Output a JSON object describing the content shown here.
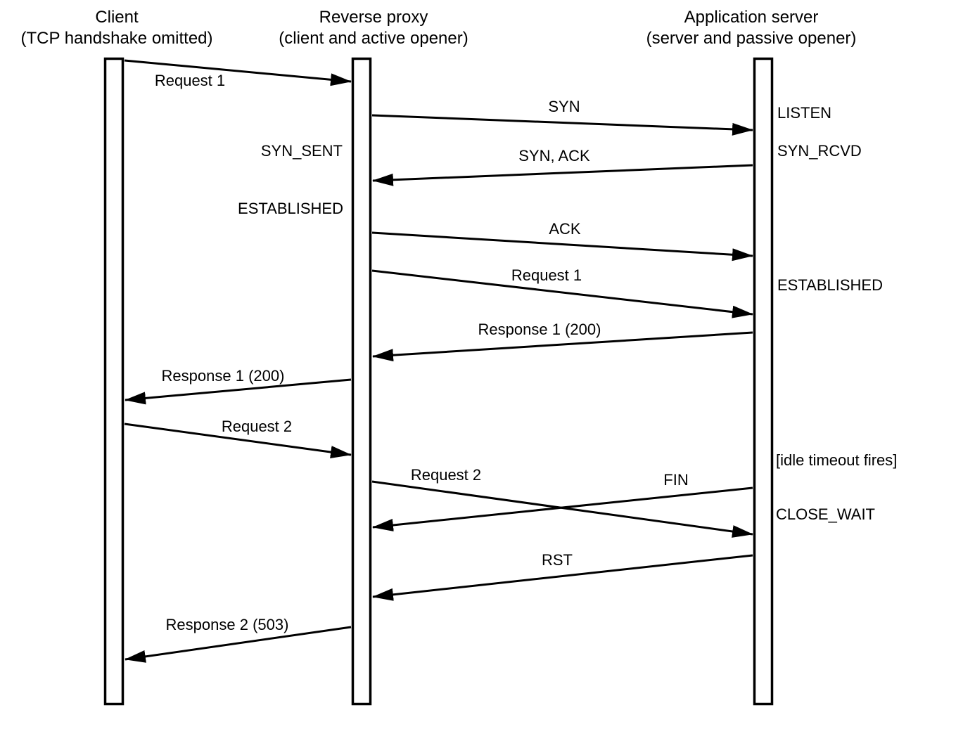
{
  "diagram": {
    "type": "sequence",
    "colors": {
      "line": "#000000",
      "background": "#ffffff",
      "text": "#000000"
    },
    "participants": [
      {
        "id": "client",
        "title": "Client",
        "subtitle": "(TCP handshake omitted)"
      },
      {
        "id": "proxy",
        "title": "Reverse proxy",
        "subtitle": "(client and active opener)"
      },
      {
        "id": "server",
        "title": "Application server",
        "subtitle": "(server and passive opener)"
      }
    ],
    "messages": [
      {
        "label": "Request 1",
        "from": "client",
        "to": "proxy"
      },
      {
        "label": "SYN",
        "from": "proxy",
        "to": "server"
      },
      {
        "label": "SYN, ACK",
        "from": "server",
        "to": "proxy"
      },
      {
        "label": "ACK",
        "from": "proxy",
        "to": "server"
      },
      {
        "label": "Request 1",
        "from": "proxy",
        "to": "server"
      },
      {
        "label": "Response 1 (200)",
        "from": "server",
        "to": "proxy"
      },
      {
        "label": "Response 1 (200)",
        "from": "proxy",
        "to": "client"
      },
      {
        "label": "Request 2",
        "from": "client",
        "to": "proxy"
      },
      {
        "label": "Request 2",
        "from": "proxy",
        "to": "server"
      },
      {
        "label": "FIN",
        "from": "server",
        "to": "proxy"
      },
      {
        "label": "RST",
        "from": "server",
        "to": "proxy"
      },
      {
        "label": "Response 2 (503)",
        "from": "proxy",
        "to": "client"
      }
    ],
    "states": [
      {
        "label": "LISTEN",
        "lifeline": "server",
        "side": "right"
      },
      {
        "label": "SYN_SENT",
        "lifeline": "proxy",
        "side": "left"
      },
      {
        "label": "SYN_RCVD",
        "lifeline": "server",
        "side": "right"
      },
      {
        "label": "ESTABLISHED",
        "lifeline": "proxy",
        "side": "left"
      },
      {
        "label": "ESTABLISHED",
        "lifeline": "server",
        "side": "right"
      },
      {
        "label": "[idle timeout fires]",
        "lifeline": "server",
        "side": "right"
      },
      {
        "label": "CLOSE_WAIT",
        "lifeline": "server",
        "side": "right"
      }
    ]
  }
}
